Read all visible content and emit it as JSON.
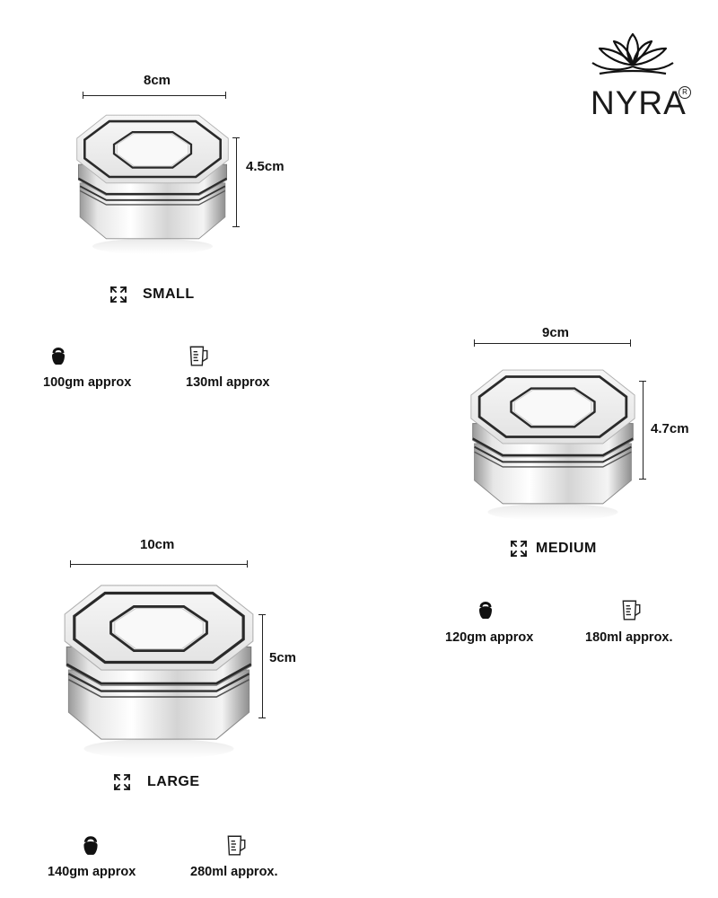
{
  "brand": {
    "name": "NYRA",
    "reg_mark": "R"
  },
  "products": [
    {
      "id": "small",
      "size": "SMALL",
      "width": "8cm",
      "height": "4.5cm",
      "weight": "100gm approx",
      "volume": "130ml approx"
    },
    {
      "id": "medium",
      "size": "MEDIUM",
      "width": "9cm",
      "height": "4.7cm",
      "weight": "120gm approx",
      "volume": "180ml approx."
    },
    {
      "id": "large",
      "size": "LARGE",
      "width": "10cm",
      "height": "5cm",
      "weight": "140gm approx",
      "volume": "280ml approx."
    }
  ],
  "icons": {
    "size": "expand-arrows-icon",
    "weight": "kettlebell-icon",
    "volume": "measuring-jug-icon"
  }
}
